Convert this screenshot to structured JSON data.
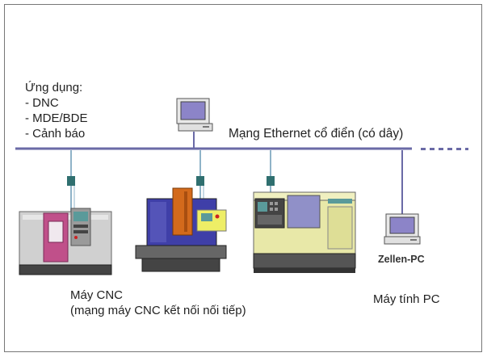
{
  "applications": {
    "heading": "Ứng dụng:",
    "items": [
      "- DNC",
      "- MDE/BDE",
      "- Cảnh báo"
    ]
  },
  "network": {
    "label": "Mạng Ethernet cổ điển (có dây)",
    "continuation": "......"
  },
  "nodes": {
    "zellen_label": "Zellen-PC",
    "pc_caption": "Máy tính PC",
    "cnc_caption_line1": "Máy CNC",
    "cnc_caption_line2": "(mạng máy CNC kết nối nối tiếp)"
  },
  "colors": {
    "bus": "#6a6aa6",
    "link": "#8fb3c8",
    "adapter": "#2f6f6f",
    "machine_gray": "#d0d0d0",
    "machine_dark": "#444444",
    "door_pink": "#c0508a",
    "mill_blue": "#3f3fa8",
    "mill_orange": "#d36a1c",
    "panel_yellow": "#eeee66",
    "lathe_yellow": "#e8e8a8"
  },
  "icons": [
    "terminal-icon",
    "cnc-lathe-icon",
    "cnc-mill-icon",
    "cnc-machining-center-icon",
    "pc-terminal-icon"
  ]
}
